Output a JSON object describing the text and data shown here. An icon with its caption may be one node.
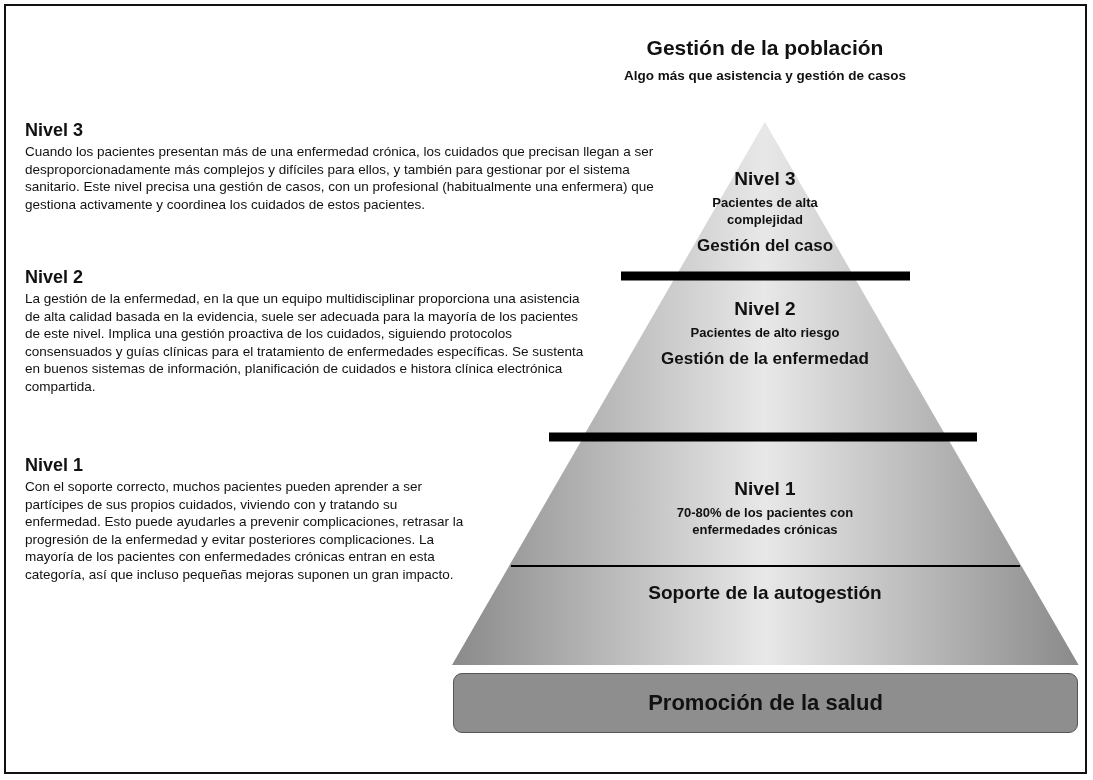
{
  "diagram": {
    "title": "Gestión de la población",
    "nodes": [
      {
        "text": [
          "Nivel 3",
          "Pacientes de alta complejidad",
          "Gestión del caso"
        ]
      },
      {
        "text": [
          "Nivel 2",
          "Pacientes de alto riesgo",
          "Gestión de la enfermedad"
        ]
      },
      {
        "text": [
          "Nivel 1",
          "70-80% de los pacientes con enfermedades crónicas"
        ]
      },
      {
        "text": [
          "Soporte de la autogestión"
        ]
      },
      {
        "text": [
          "Promoción de la salud"
        ]
      }
    ],
    "labels": [
      "Algo más que asistencia y gestión de casos",
      "Nivel 3",
      "Cuando los pacientes presentan más de una enfermedad crónica, los cuidados que precisan llegan a ser desproporcionadamente más complejos y difíciles para ellos, y también para gestionar por el sistema sanitario. Este nivel precisa una gestión de casos, con un profesional (habitualmente una enfermera) que gestiona activamente y coordinea los cuidados de estos pacientes.",
      "Nivel 2",
      "La gestión de la enfermedad, en la que un equipo multidisciplinar proporciona una asistencia de alta calidad basada en la evidencia, suele ser adecuada para la mayoría de los pacientes de este nivel. Implica una gestión proactiva de los cuidados, siguiendo protocolos consensuados y guías clínicas para el tratamiento de enfermedades específicas. Se sustenta en buenos sistemas de información, planificación de cuidados e histora clínica electrónica compartida.",
      "Nivel 1",
      "Con el soporte correcto, muchos pacientes pueden aprender a ser partícipes de sus propios cuidados, viviendo con y tratando su enfermedad. Esto puede ayudarles a prevenir complicaciones, retrasar la progresión de la enfermedad y evitar posteriores complicaciones. La mayoría de los pacientes con enfermedades crónicas entran en esta categoría, así que incluso pequeñas mejoras suponen un gran impacto."
    ]
  }
}
